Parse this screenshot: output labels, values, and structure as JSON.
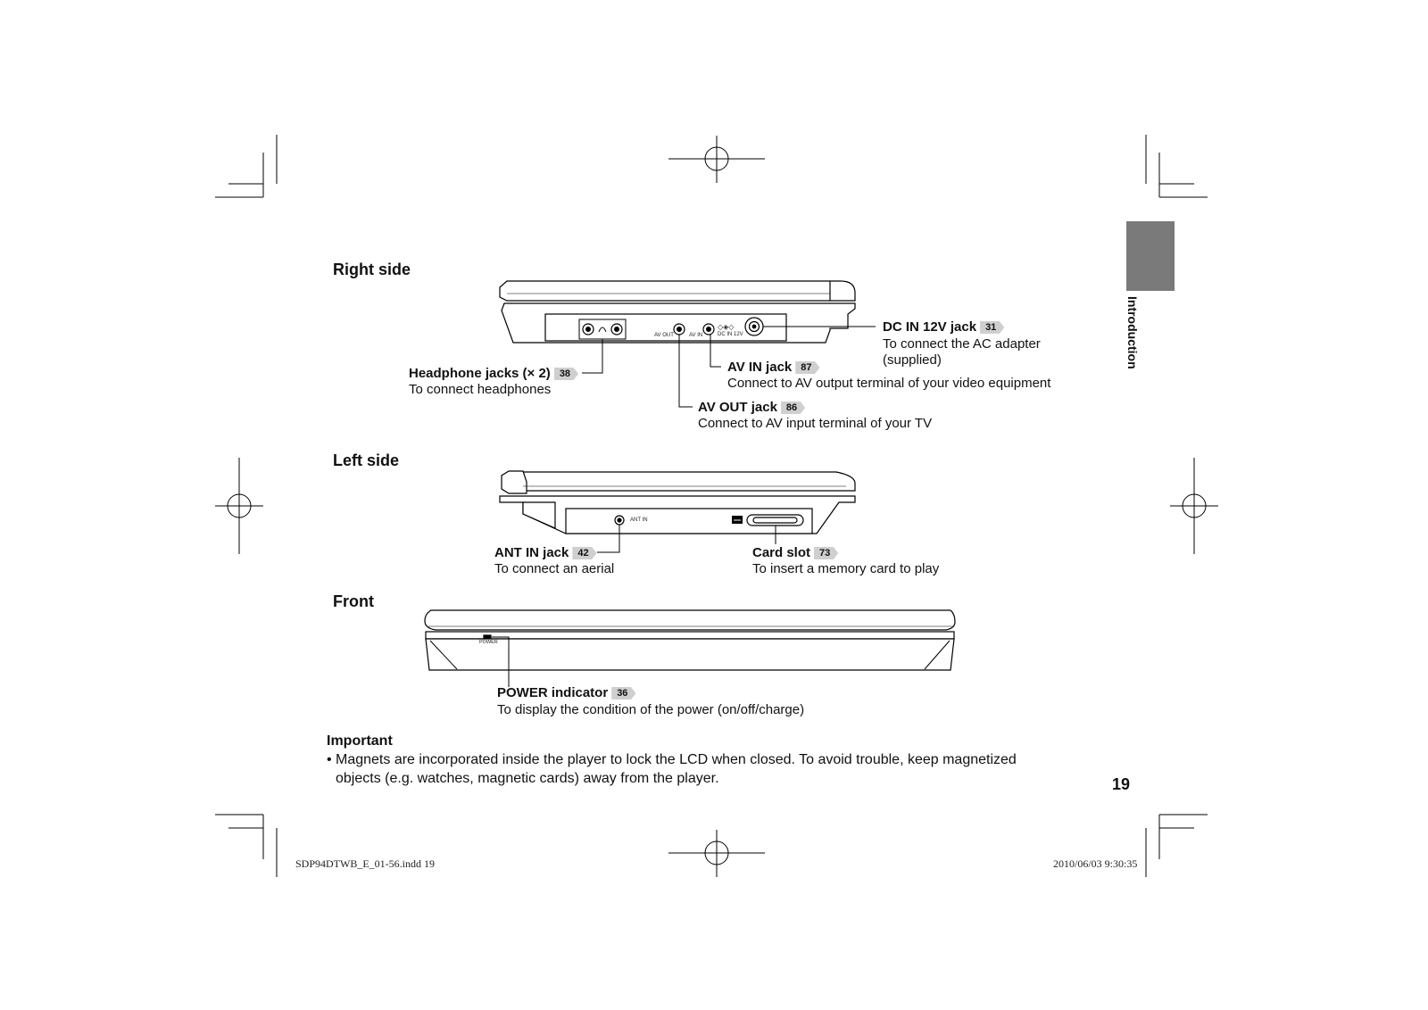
{
  "sections": {
    "right_side": "Right side",
    "left_side": "Left side",
    "front": "Front"
  },
  "callouts": {
    "dc_in": {
      "title": "DC IN 12V jack",
      "ref": "31",
      "desc1": "To connect the AC adapter",
      "desc2": "(supplied)"
    },
    "av_in": {
      "title": "AV IN jack",
      "ref": "87",
      "desc": "Connect to AV output terminal of your video equipment"
    },
    "headphone": {
      "title": "Headphone jacks (× 2)",
      "ref": "38",
      "desc": "To connect headphones"
    },
    "av_out": {
      "title": "AV OUT jack",
      "ref": "86",
      "desc": "Connect to AV input terminal of your TV"
    },
    "ant_in": {
      "title": "ANT IN jack",
      "ref": "42",
      "desc": "To connect an aerial"
    },
    "card_slot": {
      "title": "Card slot",
      "ref": "73",
      "desc": "To insert a memory card to play"
    },
    "power": {
      "title": "POWER indicator",
      "ref": "36",
      "desc": "To display the condition of the power (on/off/charge)"
    }
  },
  "device_labels": {
    "av_out": "AV OUT",
    "av_in": "AV IN",
    "dc_in": "DC IN 12V",
    "ant_in": "ANT IN",
    "power": "POWER"
  },
  "important": {
    "heading": "Important",
    "bullet": "•",
    "line1": "Magnets are incorporated inside the player to lock the LCD when closed. To avoid trouble, keep magnetized",
    "line2": "objects (e.g. watches, magnetic cards) away from the player."
  },
  "side_tab": {
    "label": "Introduction",
    "color": "#7a7a7a"
  },
  "page_number": "19",
  "footer": {
    "file": "SDP94DTWB_E_01-56.indd   19",
    "timestamp": "2010/06/03   9:30:35"
  }
}
